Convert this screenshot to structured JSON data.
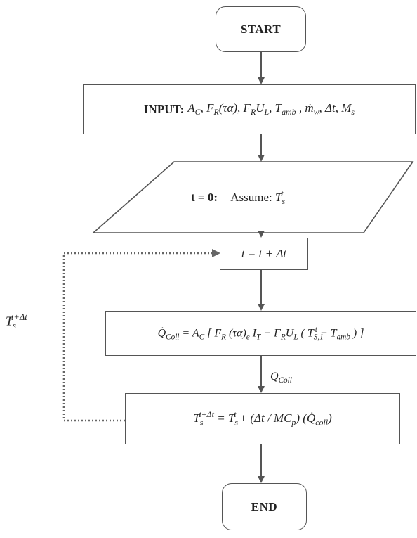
{
  "nodes": {
    "start": {
      "label": "START"
    },
    "input": {
      "prefix": "INPUT:",
      "vars": "A_C, F_R(τα), F_R U_L, T_amb, m_w, Δt, M_s"
    },
    "init": {
      "prefix": "t = 0:",
      "assume": "Assume:",
      "var": "T_s^t"
    },
    "step": {
      "expr": "t = t + Δt"
    },
    "qcoll": {
      "expr": "Q̇_Coll = A_C [ F_R (τα)_e I_T − F_R U_L ( T_S,1^t − T_amb ) ]"
    },
    "update": {
      "expr": "T_s^(t+Δt) = T_s^t + (Δt / M C_p)(Q̇_coll)"
    },
    "end": {
      "label": "END"
    }
  },
  "edges": {
    "qcoll_to_update": {
      "label": "Q_Coll"
    },
    "feedback": {
      "label": "T_s^(t+Δt)"
    }
  },
  "colors": {
    "stroke": "#555555",
    "feedback": "#666666"
  }
}
